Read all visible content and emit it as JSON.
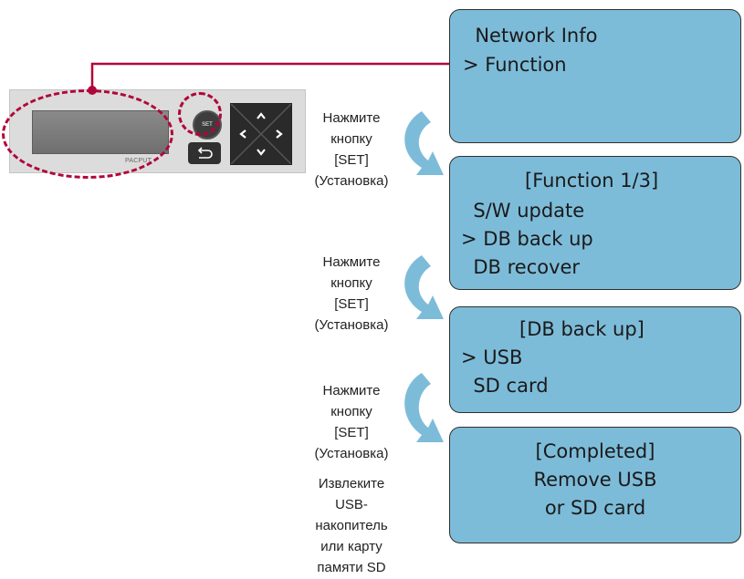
{
  "device": {
    "set_label": "SET",
    "brand": "PACPUT"
  },
  "screens": [
    {
      "lines": [
        "  Network Info",
        "> Function"
      ]
    },
    {
      "title": "[Function 1/3]",
      "lines": [
        "  S/W update",
        "> DB back up",
        "  DB recover"
      ]
    },
    {
      "title": "[DB back up]",
      "lines": [
        "> USB",
        "  SD card"
      ]
    },
    {
      "lines": [
        "[Completed]",
        "Remove USB",
        "or SD card"
      ]
    }
  ],
  "instructions": [
    {
      "lines": [
        "Нажмите",
        "кнопку",
        "[SET]",
        "(Установка)"
      ]
    },
    {
      "lines": [
        "Нажмите",
        "кнопку",
        "[SET]",
        "(Установка)"
      ]
    },
    {
      "lines": [
        "Нажмите",
        "кнопку",
        "[SET]",
        "(Установка)"
      ]
    }
  ],
  "final_note": {
    "lines": [
      "Извлеките",
      "USB-",
      "накопитель",
      "или карту",
      "памяти SD"
    ]
  },
  "colors": {
    "screen": "#7dbcd9",
    "highlight": "#b1063a",
    "arrow": "#7dbcd9"
  }
}
